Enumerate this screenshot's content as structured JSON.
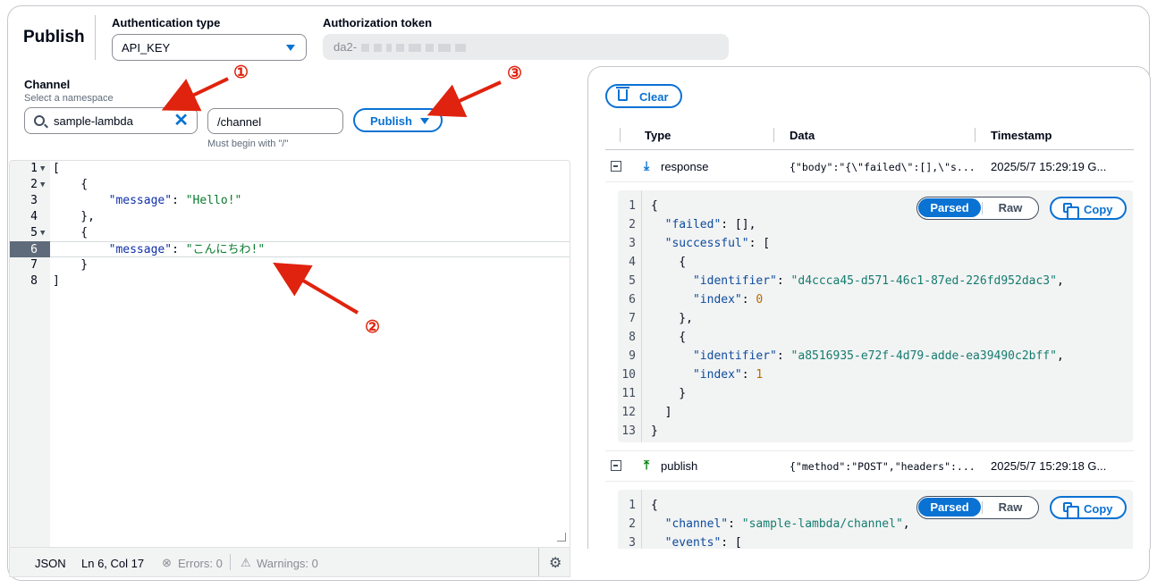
{
  "header": {
    "title": "Publish",
    "auth_label": "Authentication type",
    "auth_value": "API_KEY",
    "token_label": "Authorization token",
    "token_prefix": "da2-"
  },
  "channel": {
    "label": "Channel",
    "description": "Select a namespace",
    "namespace_value": "sample-lambda",
    "path_value": "/channel",
    "path_hint": "Must begin with \"/\"",
    "publish_label": "Publish"
  },
  "editor": {
    "lines": [
      {
        "num": "1",
        "fold": true
      },
      {
        "num": "2",
        "fold": true
      },
      {
        "num": "3",
        "fold": false
      },
      {
        "num": "4",
        "fold": false
      },
      {
        "num": "5",
        "fold": true
      },
      {
        "num": "6",
        "fold": false
      },
      {
        "num": "7",
        "fold": false
      },
      {
        "num": "8",
        "fold": false
      }
    ],
    "line1": "[",
    "line2": "    {",
    "line3_key": "\"message\"",
    "line3_val": "\"Hello!\"",
    "line4": "    },",
    "line5": "    {",
    "line6_key": "\"message\"",
    "line6_val": "\"こんにちわ!\"",
    "line7": "    }",
    "line8": "]",
    "status": {
      "lang": "JSON",
      "position": "Ln 6, Col 17",
      "errors": "Errors: 0",
      "warnings": "Warnings: 0"
    }
  },
  "log": {
    "clear_label": "Clear",
    "columns": [
      "Type",
      "Data",
      "Timestamp"
    ],
    "rows": [
      {
        "type": "response",
        "data": "{\"body\":\"{\\\"failed\\\":[],\\\"s...",
        "timestamp": "2025/5/7 15:29:19 G...",
        "parsed_label": "Parsed",
        "raw_label": "Raw",
        "copy_label": "Copy"
      },
      {
        "type": "publish",
        "data": "{\"method\":\"POST\",\"headers\":...",
        "timestamp": "2025/5/7 15:29:18 G...",
        "parsed_label": "Parsed",
        "raw_label": "Raw",
        "copy_label": "Copy"
      }
    ],
    "response_json": {
      "nums": [
        "1",
        "2",
        "3",
        "4",
        "5",
        "6",
        "7",
        "8",
        "9",
        "10",
        "11",
        "12",
        "13"
      ],
      "failed_key": "\"failed\"",
      "successful_key": "\"successful\"",
      "identifier_key": "\"identifier\"",
      "index_key": "\"index\"",
      "id1": "\"d4ccca45-d571-46c1-87ed-226fd952dac3\"",
      "index1": "0",
      "id2": "\"a8516935-e72f-4d79-adde-ea39490c2bff\"",
      "index2": "1"
    },
    "publish_json": {
      "nums": [
        "1",
        "2",
        "3"
      ],
      "channel_key": "\"channel\"",
      "channel_val": "\"sample-lambda/channel\"",
      "events_key": "\"events\""
    }
  },
  "annotations": [
    "①",
    "②",
    "③"
  ],
  "colors": {
    "accent": "#0972d3",
    "annotation": "#e0230e"
  }
}
